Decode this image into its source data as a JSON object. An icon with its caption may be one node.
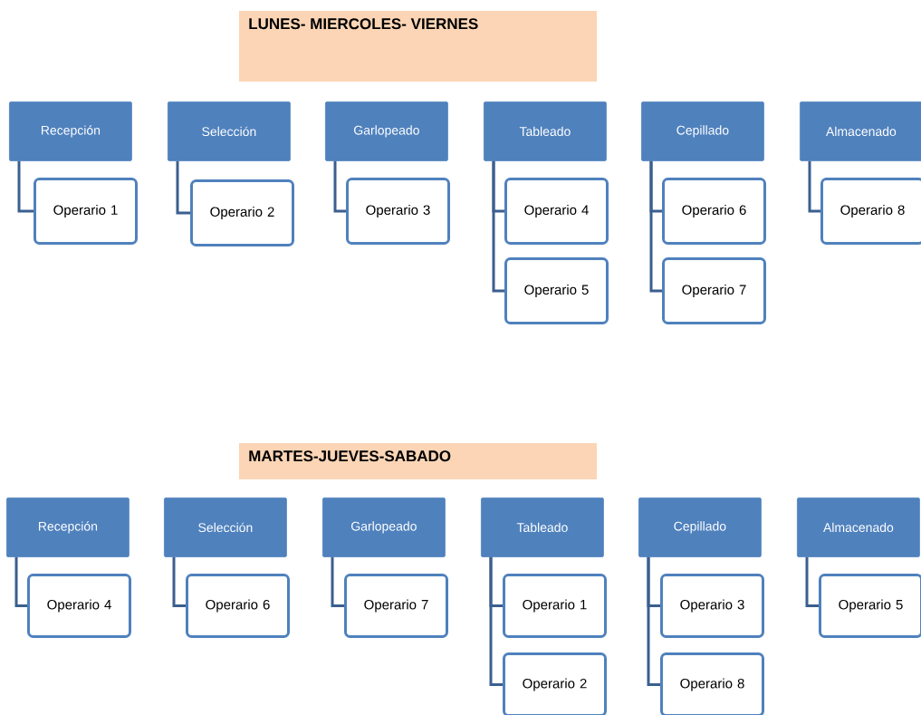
{
  "diagram": {
    "nodes": [
      {
        "text": [
          "LUNES- MIERCOLES- VIERNES"
        ]
      },
      {
        "text": [
          "Recepción"
        ]
      },
      {
        "text": [
          "Selección"
        ]
      },
      {
        "text": [
          "Garlopeado"
        ]
      },
      {
        "text": [
          "Tableado"
        ]
      },
      {
        "text": [
          "Cepillado"
        ]
      },
      {
        "text": [
          "Almacenado"
        ]
      },
      {
        "text": [
          "Operario 1"
        ]
      },
      {
        "text": [
          "Operario 2"
        ]
      },
      {
        "text": [
          "Operario 3"
        ]
      },
      {
        "text": [
          "Operario 4"
        ]
      },
      {
        "text": [
          "Operario 5"
        ]
      },
      {
        "text": [
          "Operario 6"
        ]
      },
      {
        "text": [
          "Operario 7"
        ]
      },
      {
        "text": [
          "Operario 8"
        ]
      },
      {
        "text": [
          "MARTES-JUEVES-SABADO"
        ]
      },
      {
        "text": [
          "Recepción"
        ]
      },
      {
        "text": [
          "Selección"
        ]
      },
      {
        "text": [
          "Garlopeado"
        ]
      },
      {
        "text": [
          "Tableado"
        ]
      },
      {
        "text": [
          "Cepillado"
        ]
      },
      {
        "text": [
          "Almacenado"
        ]
      },
      {
        "text": [
          "Operario 4"
        ]
      },
      {
        "text": [
          "Operario 6"
        ]
      },
      {
        "text": [
          "Operario 7"
        ]
      },
      {
        "text": [
          "Operario 1"
        ]
      },
      {
        "text": [
          "Operario 2"
        ]
      },
      {
        "text": [
          "Operario 3"
        ]
      },
      {
        "text": [
          "Operario 8"
        ]
      },
      {
        "text": [
          "Operario 5"
        ]
      }
    ],
    "edges": [
      {
        "from": 1,
        "to": 7,
        "arrow": "none"
      },
      {
        "from": 2,
        "to": 8,
        "arrow": "none"
      },
      {
        "from": 3,
        "to": 9,
        "arrow": "none"
      },
      {
        "from": 4,
        "to": 10,
        "arrow": "none"
      },
      {
        "from": 4,
        "to": 11,
        "arrow": "none"
      },
      {
        "from": 5,
        "to": 12,
        "arrow": "none"
      },
      {
        "from": 5,
        "to": 13,
        "arrow": "none"
      },
      {
        "from": 6,
        "to": 14,
        "arrow": "none"
      },
      {
        "from": 16,
        "to": 22,
        "arrow": "none"
      },
      {
        "from": 17,
        "to": 23,
        "arrow": "none"
      },
      {
        "from": 18,
        "to": 24,
        "arrow": "none"
      },
      {
        "from": 19,
        "to": 25,
        "arrow": "none"
      },
      {
        "from": 19,
        "to": 26,
        "arrow": "none"
      },
      {
        "from": 20,
        "to": 27,
        "arrow": "none"
      },
      {
        "from": 20,
        "to": 28,
        "arrow": "none"
      },
      {
        "from": 21,
        "to": 29,
        "arrow": "none"
      }
    ]
  }
}
